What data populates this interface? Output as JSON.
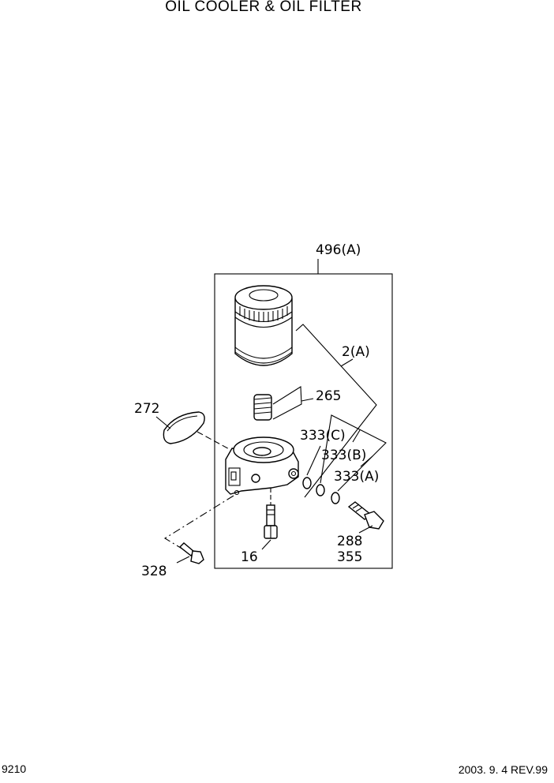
{
  "title": "OIL COOLER & OIL FILTER",
  "footer": {
    "page_code": "9210",
    "revision": "2003. 9. 4 REV.99"
  },
  "labels": {
    "assembly": "496(A)",
    "element": "2(A)",
    "spring": "265",
    "gasket": "272",
    "oring_c": "333(C)",
    "oring_b": "333(B)",
    "oring_a": "333(A)",
    "plug_1": "288",
    "plug_2": "355",
    "bolt_small": "16",
    "bolt_long": "328"
  }
}
